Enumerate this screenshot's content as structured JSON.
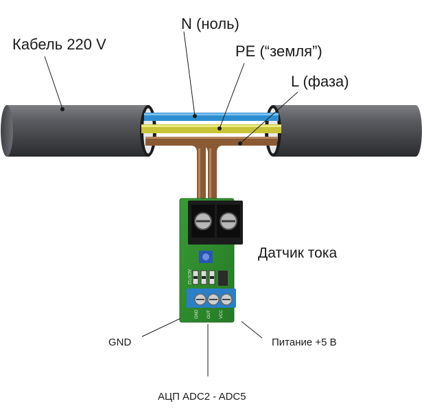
{
  "labels": {
    "cable": "Кабель 220 V",
    "neutral": "N (ноль)",
    "earth": "PE (“земля”)",
    "phase": "L (фаза)",
    "sensor": "Датчик тока",
    "gnd": "GND",
    "adc": "АЦП ADC2 - ADC5",
    "power": "Питание +5 В"
  },
  "pcb_silkscreen": {
    "pins": [
      "GND",
      "OUT",
      "VCC"
    ],
    "part": "ACS712"
  },
  "colors": {
    "cable_sheath": "#4a4c50",
    "neutral_wire": "#2d8fd0",
    "earth_wire": "#c9c437",
    "phase_wire": "#8a5a34",
    "pcb": "#2e8a2c",
    "terminal_black": "#1c1c1c",
    "terminal_blue": "#2a7fc7"
  }
}
